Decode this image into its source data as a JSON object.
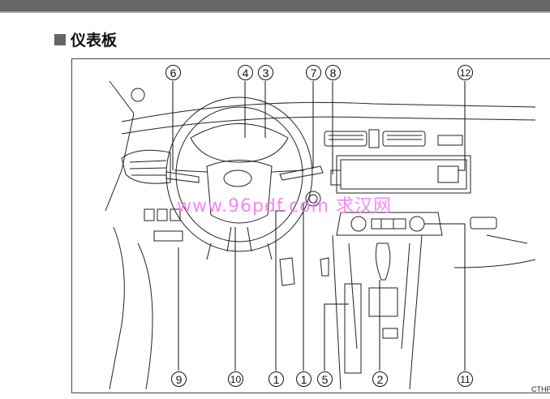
{
  "header": {
    "title": "仪表板"
  },
  "figure": {
    "code": "CTHPI",
    "watermark": "www.96pdf.com 求汉网",
    "callouts_top": [
      "6",
      "4",
      "3",
      "7",
      "8",
      "12"
    ],
    "callouts_bottom": [
      "9",
      "10",
      "1",
      "1",
      "5",
      "2",
      "11"
    ]
  }
}
